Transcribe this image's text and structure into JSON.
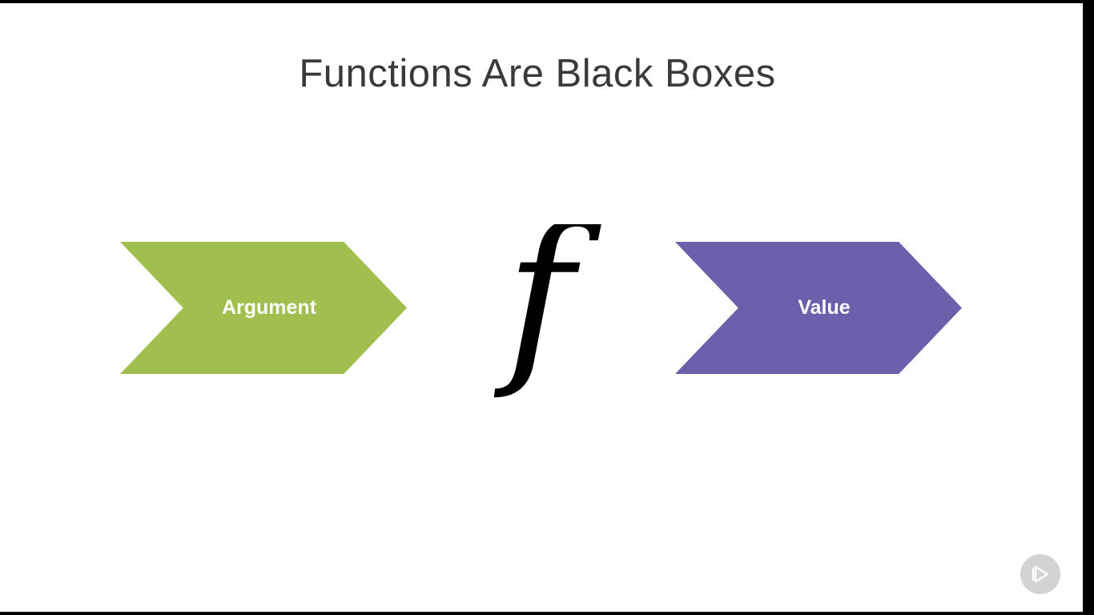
{
  "slide": {
    "title": "Functions Are Black Boxes"
  },
  "diagram": {
    "input": {
      "label": "Argument",
      "color": "#a0bf4f"
    },
    "function": {
      "symbol": "f",
      "color": "#000000"
    },
    "output": {
      "label": "Value",
      "color": "#6a60ab"
    }
  },
  "player": {
    "icon": "play-icon"
  }
}
